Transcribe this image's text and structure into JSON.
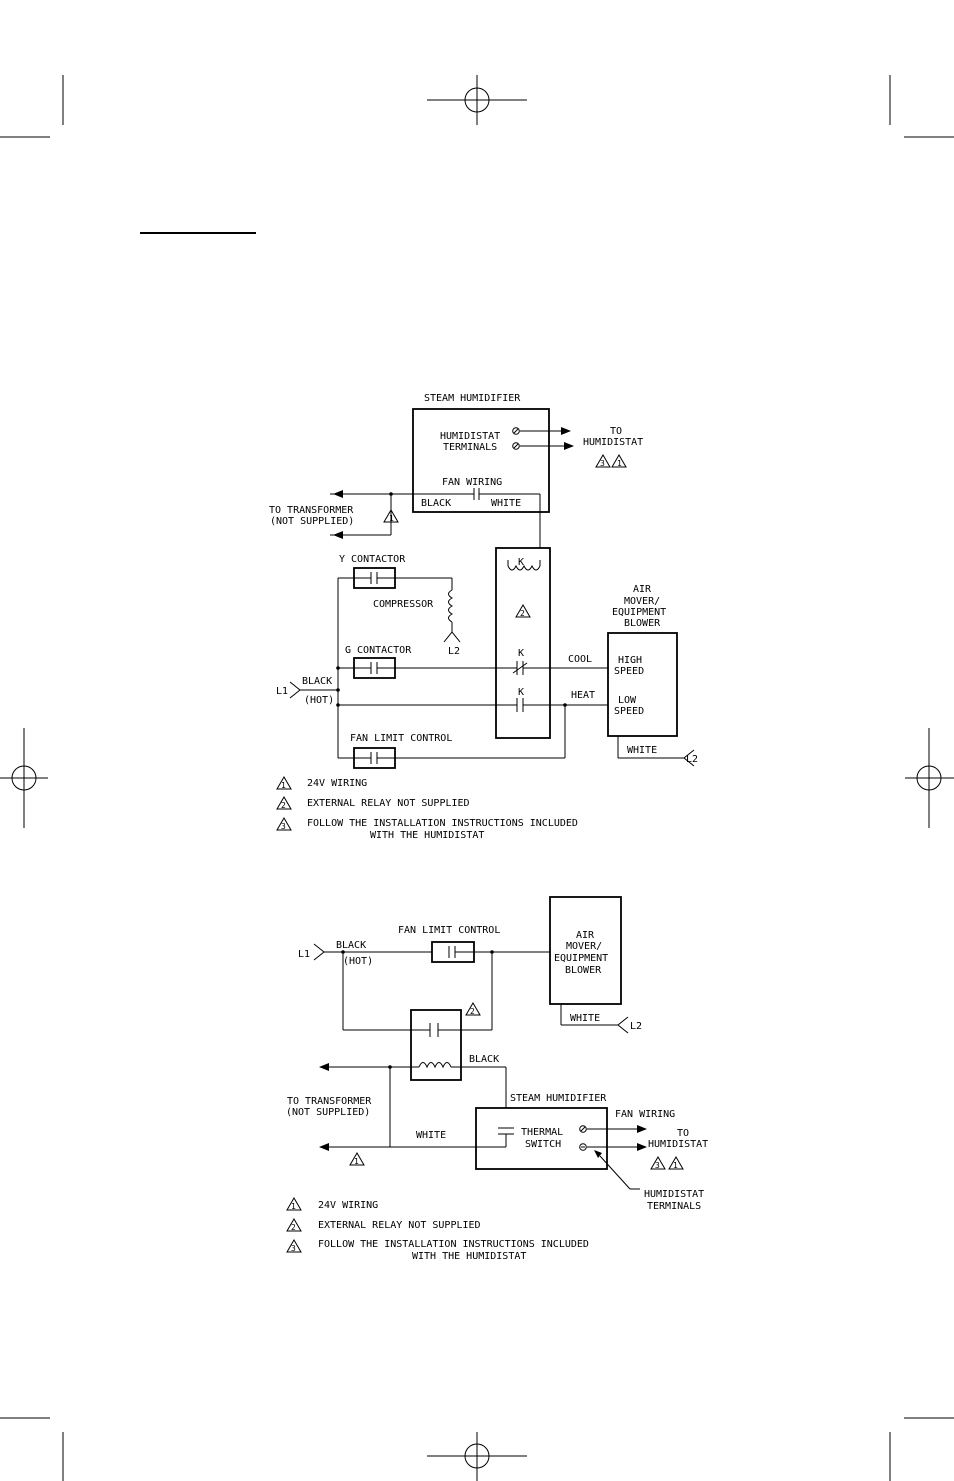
{
  "diagram1": {
    "steam_humidifier": "STEAM HUMIDIFIER",
    "humidistat": "HUMIDISTAT",
    "terminals": "TERMINALS",
    "to": "TO",
    "humidistat_dest": "HUMIDISTAT",
    "fan_wiring": "FAN WIRING",
    "black": "BLACK",
    "white": "WHITE",
    "to_transformer": "TO TRANSFORMER",
    "not_supplied": "(NOT SUPPLIED)",
    "relay_k": "K",
    "y_contactor": "Y CONTACTOR",
    "compressor": "COMPRESSOR",
    "l2_comp": "L2",
    "g_contactor": "G CONTACTOR",
    "l1": "L1",
    "black_hot": "BLACK",
    "hot": "(HOT)",
    "cool": "COOL",
    "heat": "HEAT",
    "fan_limit": "FAN LIMIT CONTROL",
    "air": "AIR",
    "mover": "MOVER/",
    "equipment": "EQUIPMENT",
    "blower": "BLOWER",
    "high": "HIGH",
    "speed_high": "SPEED",
    "low": "LOW",
    "speed_low": "SPEED",
    "white_l2": "WHITE",
    "l2": "L2"
  },
  "diagram2": {
    "fan_limit": "FAN LIMIT CONTROL",
    "l1": "L1",
    "black": "BLACK",
    "hot": "(HOT)",
    "air": "AIR",
    "mover": "MOVER/",
    "equipment": "EQUIPMENT",
    "blower": "BLOWER",
    "white_l2": "WHITE",
    "l2": "L2",
    "black_relay": "BLACK",
    "to_transformer": "TO TRANSFORMER",
    "not_supplied": "(NOT SUPPLIED)",
    "steam_humidifier": "STEAM HUMIDIFIER",
    "white": "WHITE",
    "thermal": "THERMAL",
    "switch": "SWITCH",
    "fan_wiring": "FAN WIRING",
    "to": "TO",
    "humidistat_dest": "HUMIDISTAT",
    "humidistat": "HUMIDISTAT",
    "terminals": "TERMINALS"
  },
  "notes": {
    "note1": "24V WIRING",
    "note2": "EXTERNAL RELAY NOT SUPPLIED",
    "note3a": "FOLLOW THE INSTALLATION INSTRUCTIONS INCLUDED",
    "note3b": "WITH THE HUMIDISTAT"
  },
  "markers": {
    "m1": "1",
    "m2": "2",
    "m3": "3"
  }
}
